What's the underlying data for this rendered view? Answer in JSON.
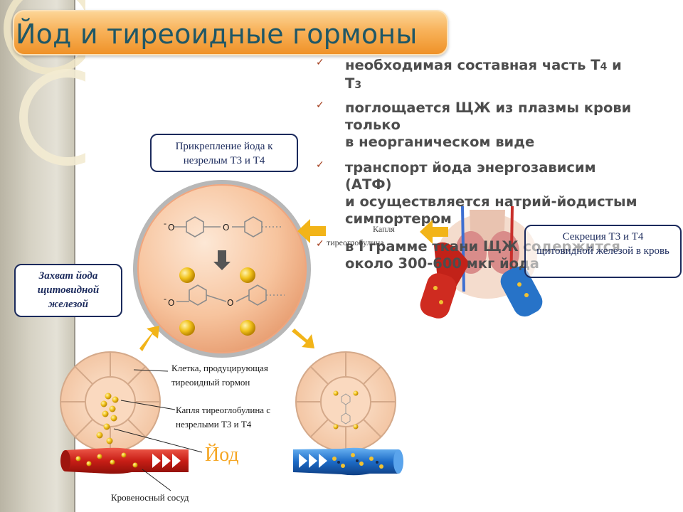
{
  "title": "Йод и тиреоидные гормоны",
  "bullets": [
    {
      "lines": [
        [
          "необходимая составная часть Т",
          {
            "sub": "4"
          },
          " и"
        ],
        [
          "Т",
          {
            "sub": "3"
          }
        ]
      ]
    },
    {
      "lines": [
        [
          "поглощается ЩЖ из плазмы крови"
        ],
        [
          "только"
        ],
        [
          "в неорганическом виде"
        ]
      ]
    },
    {
      "lines": [
        [
          "транспорт йода энергозависим"
        ],
        [
          "(АТФ)"
        ],
        [
          "и осуществляется натрий-йодистым"
        ],
        [
          "симпортером"
        ]
      ]
    },
    {
      "lines": [
        [
          "в I грамме ткани ЩЖ содержится"
        ],
        [
          "около 300-600 мкг йода"
        ]
      ]
    }
  ],
  "check_glyph": "✓",
  "boxes": {
    "attachment": "Прикрепление йода к незрелым Т3 и Т4",
    "capture": "Захват йода щитовидной железой",
    "secretion": "Секреция Т3 и Т4 щитовидной железой в кровь"
  },
  "labels": {
    "cell": "Клетка, продуцирующая тиреоидный гормон",
    "droplet": "Капля тиреоглобулина с незрелыми Т3 и Т4",
    "iodine": "Йод",
    "vessel": "Кровеносный сосуд",
    "droplet_small_1": "Капля",
    "droplet_small_2": "тиреоглобулина"
  },
  "molecule": {
    "o1": "O",
    "o2": "O",
    "o3": "O",
    "o4": "O",
    "minus": "-"
  },
  "colors": {
    "title_text": "#1f5766",
    "title_bar": "#f8b25a",
    "check": "#a33d1c",
    "box_border": "#1b2a5c",
    "arrow": "#f2b418",
    "iodine": "#f5a623",
    "vessel_red": "#d42a20",
    "vessel_blue": "#1e6ec2"
  }
}
